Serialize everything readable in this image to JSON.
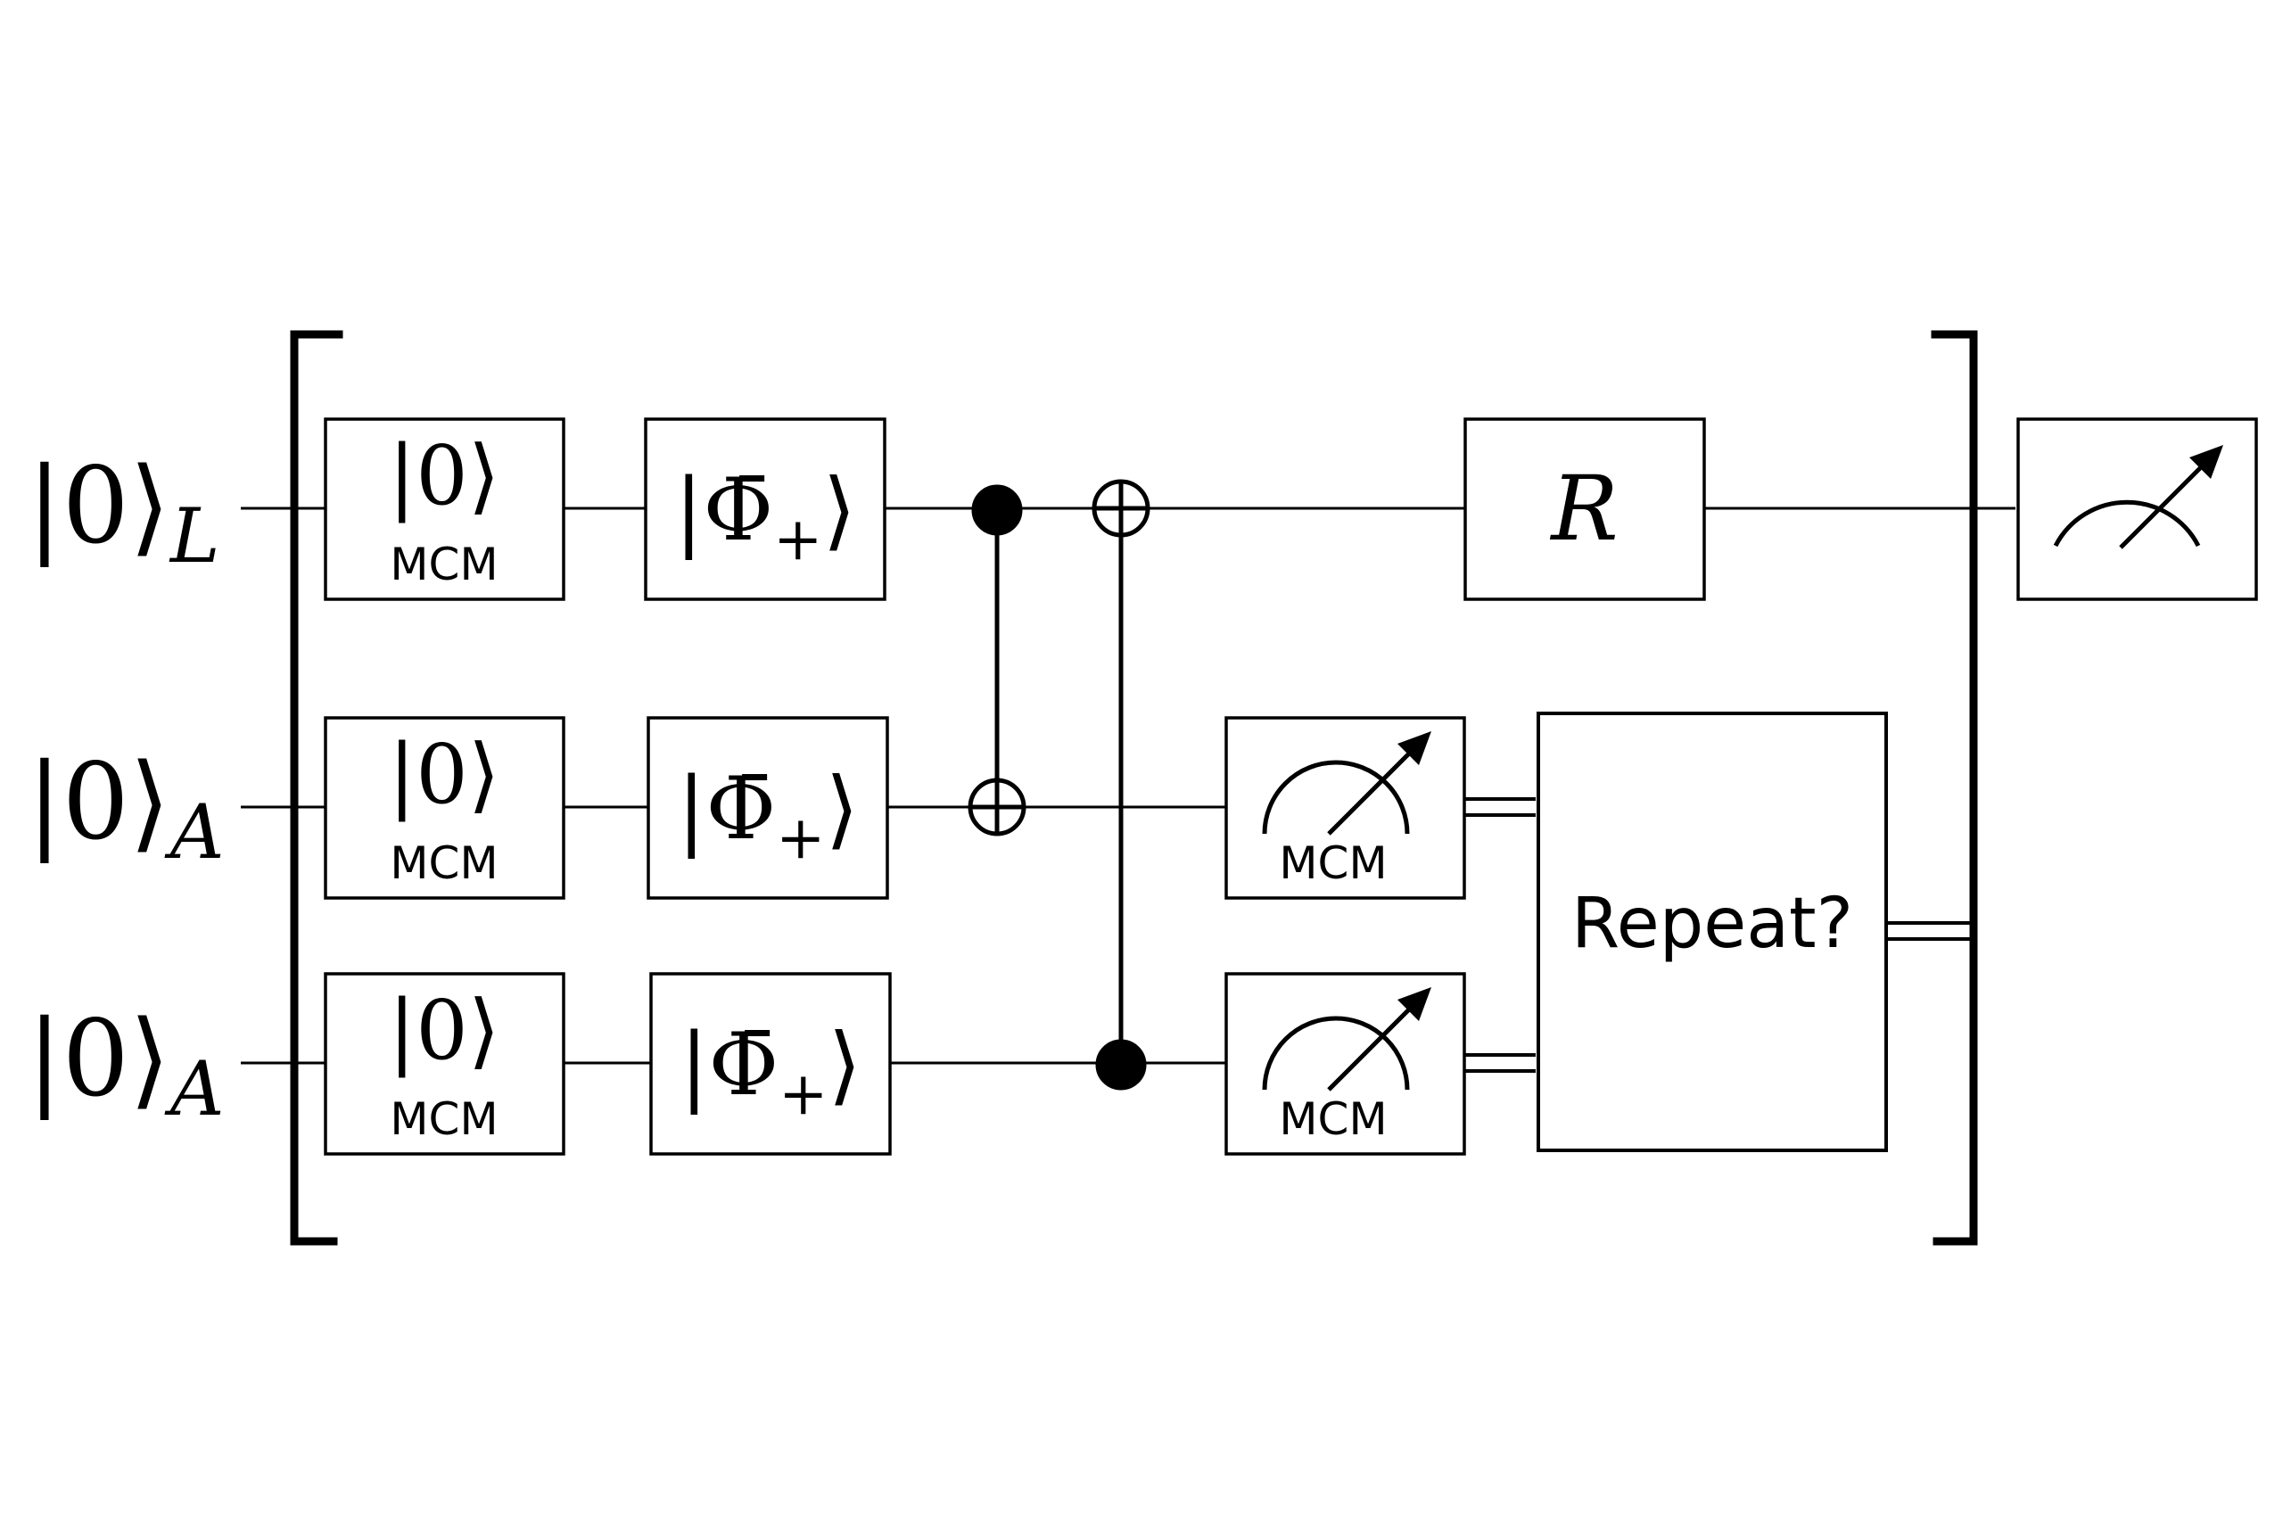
{
  "wires": [
    {
      "ket": "|0⟩",
      "sub": "L"
    },
    {
      "ket": "|0⟩",
      "sub": "A"
    },
    {
      "ket": "|0⟩",
      "sub": "A"
    }
  ],
  "prep_gate": {
    "ket": "|0⟩",
    "tag": "MCM"
  },
  "bell_gate": {
    "bar": "Φ̄",
    "ket_left": "|",
    "phi": "Φ",
    "plus": "+",
    "ket_right": "⟩"
  },
  "rotation_gate": {
    "label": "R"
  },
  "measure_tag": "MCM",
  "repeat_box": {
    "label": "Repeat?"
  },
  "colors": {
    "ink": "#000000",
    "background": "#ffffff"
  },
  "icons": [
    "measurement-meter-icon",
    "control-dot-icon",
    "cnot-target-icon"
  ]
}
